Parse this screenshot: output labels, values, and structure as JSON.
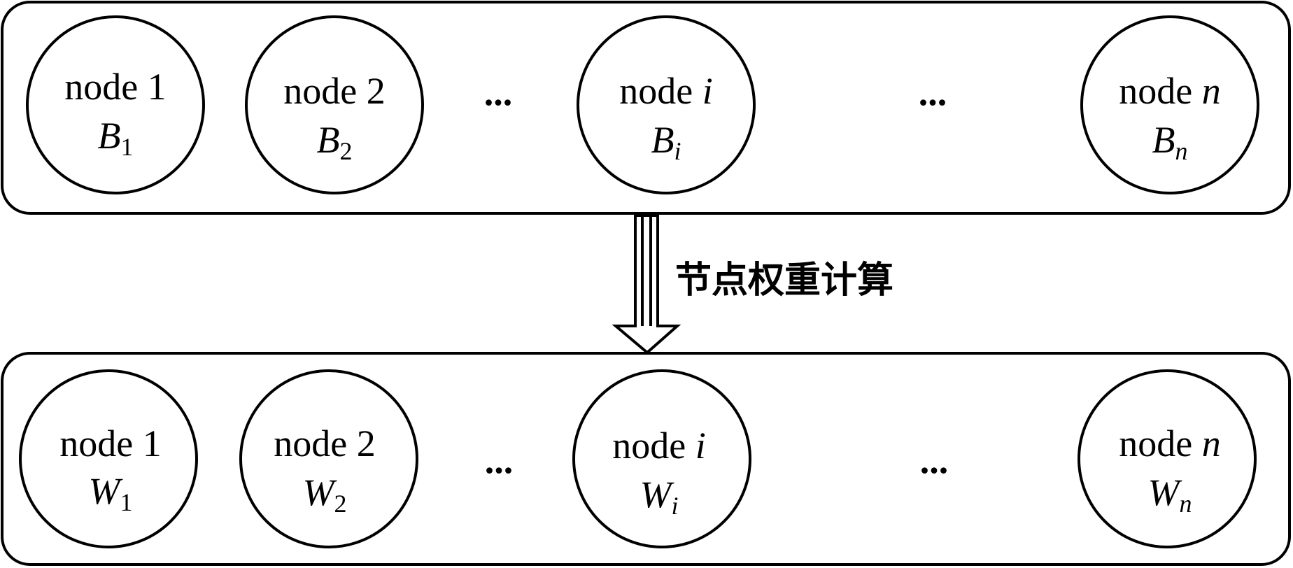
{
  "top_group": {
    "nodes": [
      {
        "label": "node 1",
        "var": "B",
        "sub": "1",
        "sub_italic": false
      },
      {
        "label": "node 2",
        "var": "B",
        "sub": "2",
        "sub_italic": false
      },
      {
        "label": "node ",
        "label_italic": "i",
        "var": "B",
        "sub": "i",
        "sub_italic": true
      },
      {
        "label": "node ",
        "label_italic": "n",
        "var": "B",
        "sub": "n",
        "sub_italic": true
      }
    ],
    "ellipsis": [
      "...",
      "..."
    ]
  },
  "bottom_group": {
    "nodes": [
      {
        "label": "node 1",
        "var": "W",
        "sub": "1",
        "sub_italic": false
      },
      {
        "label": "node 2",
        "var": "W",
        "sub": "2",
        "sub_italic": false
      },
      {
        "label": "node ",
        "label_italic": "i",
        "var": "W",
        "sub": "i",
        "sub_italic": true
      },
      {
        "label": "node ",
        "label_italic": "n",
        "var": "W",
        "sub": "n",
        "sub_italic": true
      }
    ],
    "ellipsis": [
      "...",
      "..."
    ]
  },
  "arrow": {
    "label": "节点权重计算"
  }
}
